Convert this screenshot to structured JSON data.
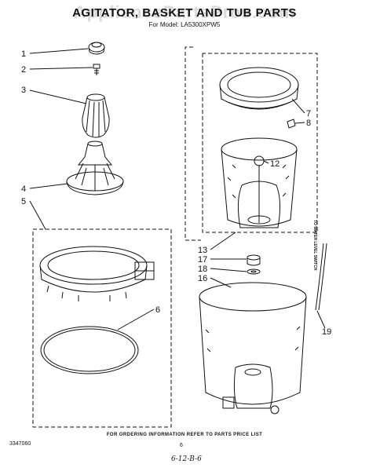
{
  "header": {
    "title": "AGITATOR, BASKET AND TUB PARTS",
    "model_line": "For Model: LA5300XPW5",
    "watermark": "AppliancePartsPros.com"
  },
  "callouts": [
    {
      "label": "1",
      "part": "agitator-cap"
    },
    {
      "label": "2",
      "part": "agitator-bolt"
    },
    {
      "label": "3",
      "part": "agitator-cam"
    },
    {
      "label": "4",
      "part": "agitator"
    },
    {
      "label": "5",
      "part": "tub-ring-assembly"
    },
    {
      "label": "6",
      "part": "tub-ring-seal"
    },
    {
      "label": "7",
      "part": "basket-balance-ring"
    },
    {
      "label": "8",
      "part": "clip"
    },
    {
      "label": "12",
      "part": "basket-drive-hub"
    },
    {
      "label": "13",
      "part": "basket-assembly"
    },
    {
      "label": "16",
      "part": "tub-seal"
    },
    {
      "label": "17",
      "part": "spanner-nut"
    },
    {
      "label": "18",
      "part": "washer"
    },
    {
      "label": "19",
      "part": "hose"
    }
  ],
  "side_label": "TO WATER LEVEL SWITCH",
  "footer": {
    "ordering_info": "FOR ORDERING INFORMATION REFER TO PARTS PRICE LIST",
    "doc_number": "3347060",
    "page_number": "6",
    "handwritten": "6-12-B-6"
  },
  "colors": {
    "line": "#111111",
    "watermark": "#969696"
  }
}
